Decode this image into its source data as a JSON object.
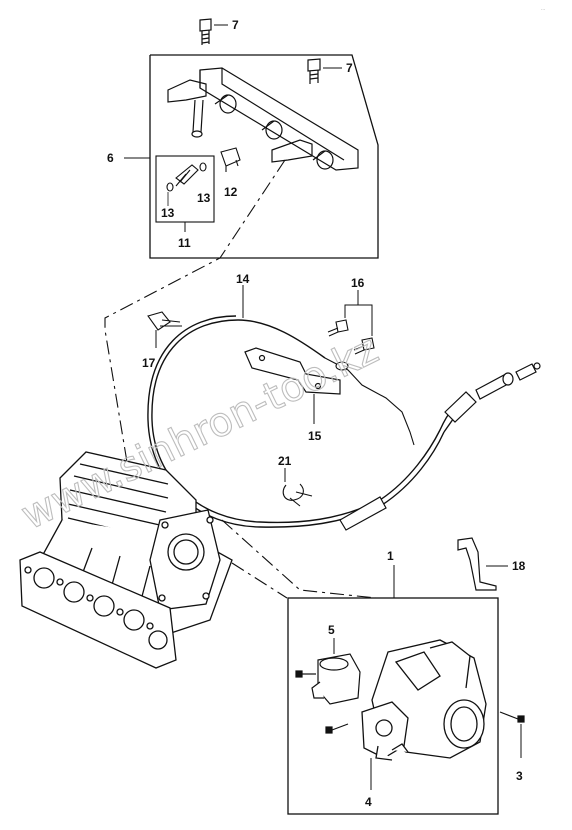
{
  "watermark": "www.sinhron-too.kz",
  "corner_mark": "...",
  "callouts": {
    "c1": "1",
    "c3": "3",
    "c4": "4",
    "c5": "5",
    "c6": "6",
    "c7a": "7",
    "c7b": "7",
    "c11": "11",
    "c12": "12",
    "c13a": "13",
    "c13b": "13",
    "c14": "14",
    "c15": "15",
    "c16": "16",
    "c17": "17",
    "c18": "18",
    "c21": "21"
  }
}
